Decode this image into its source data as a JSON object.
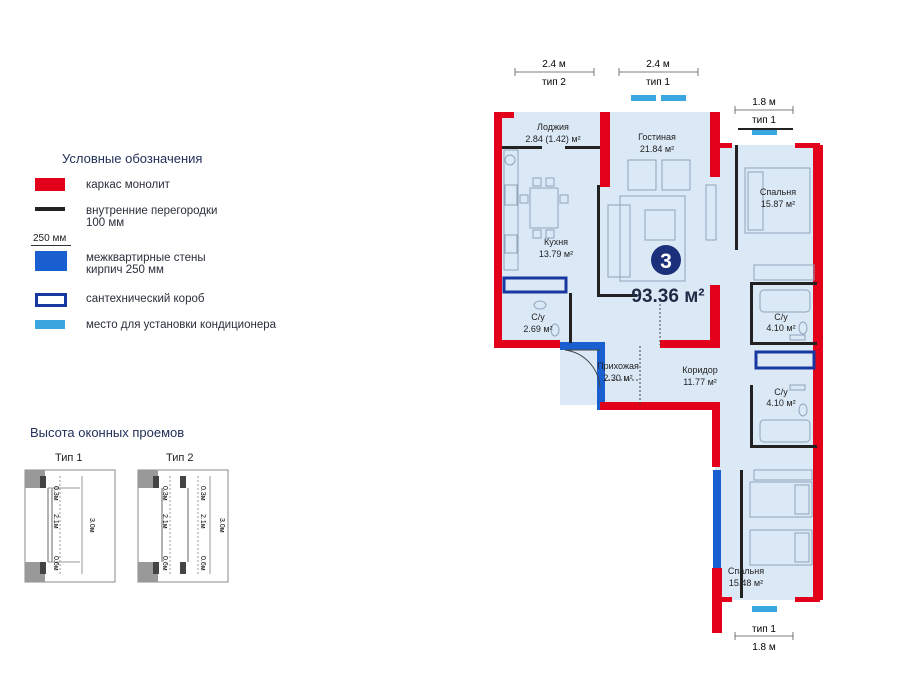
{
  "legend": {
    "title": "Условные обозначения",
    "items": [
      {
        "label": "каркас монолит"
      },
      {
        "label_line1": "внутренние перегородки",
        "label_line2": "100 мм"
      },
      {
        "label_line1": "межквартирные стены",
        "label_line2": "кирпич 250 мм",
        "tag": "250 мм"
      },
      {
        "label": "сантехнический короб"
      },
      {
        "label": "место для установки кондиционера"
      }
    ]
  },
  "window_heights": {
    "title": "Высота оконных проемов",
    "types": [
      {
        "name": "Тип 1",
        "top": "0.3м",
        "middle": "2.1м",
        "bottom": "0.6м",
        "total": "3.0м"
      },
      {
        "name": "Тип 2",
        "top": "0.3м",
        "middle": "2.1м",
        "bottom": "0.6м",
        "total": "3.0м"
      }
    ]
  },
  "windows_top": [
    {
      "width": "2.4 м",
      "type": "тип 2"
    },
    {
      "width": "2.4 м",
      "type": "тип 1"
    },
    {
      "width": "1.8 м",
      "type": "тип 1"
    }
  ],
  "windows_bottom": [
    {
      "width": "1.8 м",
      "type": "тип 1"
    }
  ],
  "apartment": {
    "rooms_count": "3",
    "total_area": "93.36 м²",
    "rooms": [
      {
        "name": "Лоджия",
        "area": "2.84 (1.42) м²"
      },
      {
        "name": "Гостиная",
        "area": "21.84 м²"
      },
      {
        "name": "Кухня",
        "area": "13.79 м²"
      },
      {
        "name": "С/у",
        "area": "2.69 м²"
      },
      {
        "name": "Прихожая",
        "area": "2.30 м²"
      },
      {
        "name": "Коридор",
        "area": "11.77 м²"
      },
      {
        "name": "Спальня",
        "area": "15.87 м²"
      },
      {
        "name": "С/у",
        "area": "4.10 м²"
      },
      {
        "name": "С/у",
        "area": "4.10 м²"
      },
      {
        "name": "Спальня",
        "area": "15.48 м²"
      }
    ]
  },
  "colors": {
    "monolith": "#e3001b",
    "partition": "#222222",
    "brick_wall": "#1a5fd0",
    "sanitary_box": "#1838a0",
    "ac": "#3aa7e0",
    "floor": "#dbe9f7",
    "badge": "#1b2f7a"
  }
}
